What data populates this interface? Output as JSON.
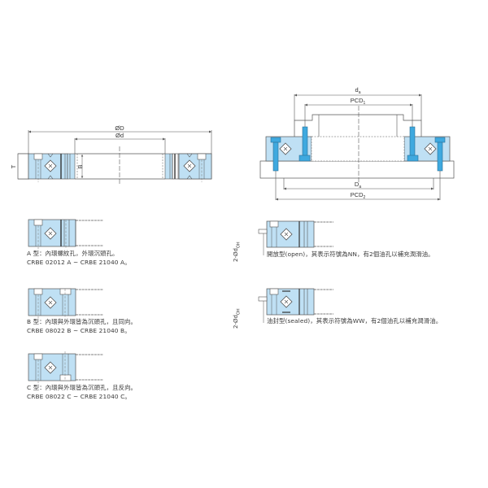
{
  "colors": {
    "ring_fill": "#bfe0f4",
    "bolt_fill": "#3fa9df",
    "line": "#555555",
    "background": "#ffffff"
  },
  "main_drawing": {
    "labels": {
      "outer_diameter": "ØD",
      "inner_diameter": "Ød",
      "width": "B",
      "thickness": "T"
    }
  },
  "mounting_drawing": {
    "labels": {
      "da": "d",
      "da_sub": "a",
      "pcd1": "PCD",
      "pcd1_sub": "1",
      "Da": "D",
      "Da_sub": "a",
      "pcd2": "PCD",
      "pcd2_sub": "2"
    }
  },
  "types": [
    {
      "id": "A",
      "line1": "A 型：內環螺紋孔，外環沉頭孔。",
      "line2": "CRBE 02012 A ~ CRBE 21040 A。"
    },
    {
      "id": "B",
      "line1": "B 型：內環與外環皆為沉頭孔，且同向。",
      "line2": "CRBE 08022 B ~ CRBE 21040 B。"
    },
    {
      "id": "C",
      "line1": "C 型：內環與外環皆為沉頭孔，且反向。",
      "line2": "CRBE 08022 C ~ CRBE 21040 C。"
    }
  ],
  "seal_types": [
    {
      "id": "open",
      "side_label": "2-Ød",
      "side_sub": "OH",
      "text": "開放型(open)，其表示符號為NN，有2個油孔以補充潤滑油。"
    },
    {
      "id": "sealed",
      "side_label": "2-Ød",
      "side_sub": "OH",
      "text": "油封型(sealed)，其表示符號為WW，有2個油孔以補充潤滑油。"
    }
  ]
}
